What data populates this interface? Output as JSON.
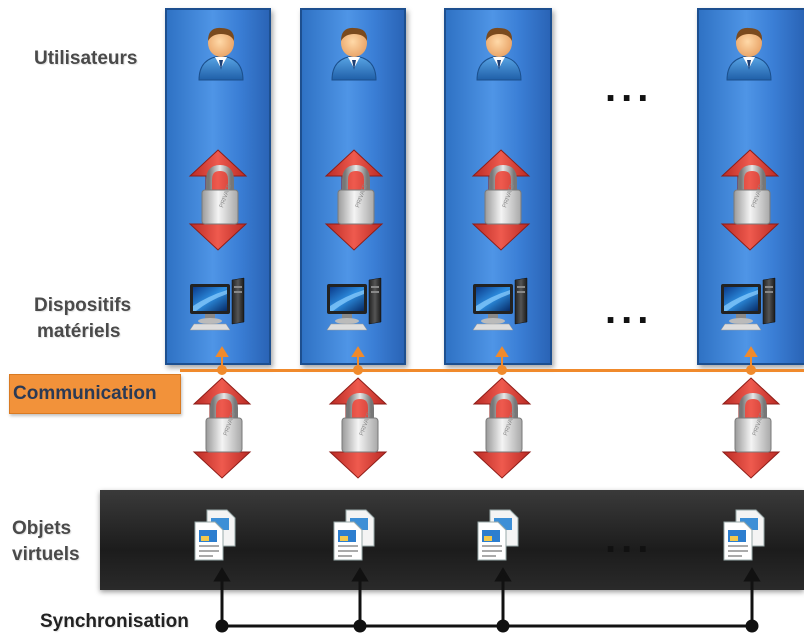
{
  "labels": {
    "users": "Utilisateurs",
    "devices_line1": "Dispositifs",
    "devices_line2": "matériels",
    "communication": "Communication",
    "objects_line1": "Objets",
    "objects_line2": "virtuels",
    "synchronisation": "Synchronisation"
  },
  "ellipsis": "...",
  "lock_text": "PRIVATE",
  "colors": {
    "column_blue": "#3b7fd6",
    "communication_orange": "#f2923a",
    "virtual_band": "#1c1c1c",
    "arrow_red": "#d83a32"
  },
  "icons": {
    "user": "user-icon",
    "lock": "padlock-icon",
    "arrow": "double-arrow-icon",
    "computer": "computer-icon",
    "documents": "documents-icon"
  }
}
